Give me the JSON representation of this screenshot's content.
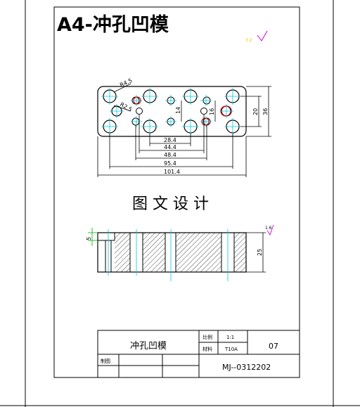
{
  "drawing": {
    "title": "A4-冲孔凹模",
    "view_caption": "图 文 设 计",
    "roughness_note": "3.2",
    "section_roughness": "1.6",
    "dimensions": {
      "r_hole_large": "R4.5",
      "r_hole_small": "R2.5",
      "d_28_4": "28.4",
      "d_44_4": "44.4",
      "d_48_4": "48.4",
      "d_95_4": "95.4",
      "d_101_4": "101.4",
      "d_14": "14",
      "d_16": "16",
      "d_20": "20",
      "d_36": "36",
      "d_5": "5",
      "d_25": "25"
    }
  },
  "title_block": {
    "part_name": "冲孔凹模",
    "scale_label": "比例",
    "scale_value": "1:1",
    "material_label": "材料",
    "material_value": "T10A",
    "sheet_no": "07",
    "drawn_label": "制图",
    "drawing_no": "MJ--0312202"
  },
  "colors": {
    "title_red": "#e00000",
    "center_cyan": "#00c8e0",
    "hidden_red": "#e00000",
    "dim_green": "#00b000",
    "magenta": "#d000d0"
  }
}
